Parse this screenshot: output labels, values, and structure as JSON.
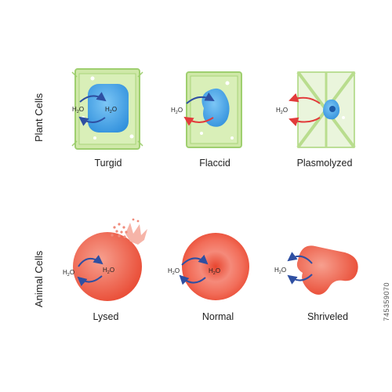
{
  "rows": {
    "plant": "Plant Cells",
    "animal": "Animal Cells"
  },
  "labels": {
    "turgid": "Turgid",
    "flaccid": "Flaccid",
    "plasmolyzed": "Plasmolyzed",
    "lysed": "Lysed",
    "normal": "Normal",
    "shriveled": "Shriveled"
  },
  "water": {
    "base": "H",
    "sub": "2",
    "tail": "O"
  },
  "stock_id": "745359070",
  "colors": {
    "cell_wall_green": "#b9dd8e",
    "cytoplasm_green": "#cfe8a8",
    "vacuole_blue": "#4aa8e8",
    "animal_red": "#f06049",
    "arrow_blue": "#2e4fa2",
    "arrow_red": "#e23b3b"
  }
}
